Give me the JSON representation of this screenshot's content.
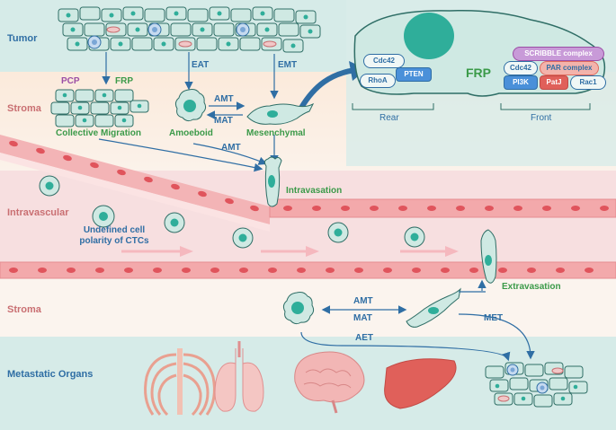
{
  "regions": {
    "tumor": "Tumor",
    "stroma_top": "Stroma",
    "intravascular": "Intravascular",
    "stroma_bottom": "Stroma",
    "metastatic": "Metastatic Organs"
  },
  "labels": {
    "pcp": "PCP",
    "frp": "FRP",
    "collective": "Collective Migration",
    "amoeboid": "Amoeboid",
    "mesenchymal": "Mesenchymal",
    "eat": "EAT",
    "emt": "EMT",
    "amt1": "AMT",
    "mat1": "MAT",
    "amt2": "AMT",
    "intravasation": "Intravasation",
    "undefined_line1": "Undefined cell",
    "undefined_line2": "polarity of CTCs",
    "extravasation": "Extravasation",
    "amt3": "AMT",
    "mat3": "MAT",
    "met": "MET",
    "aet": "AET"
  },
  "frp_panel": {
    "title": "FRP",
    "rear": "Rear",
    "front": "Front",
    "cdc42_left": "Cdc42",
    "rhoa": "RhoA",
    "pten": "PTEN",
    "scribble": "SCRIBBLE complex",
    "cdc42_right": "Cdc42",
    "par": "PAR complex",
    "pi3k": "PI3K",
    "patj": "PatJ",
    "rac1": "Rac1"
  },
  "colors": {
    "tumor_bg": "#d6ebe8",
    "stroma_bg": "#fbeadb",
    "vessel_bg": "#f7d4d4",
    "metastatic_bg": "#d6ebe8",
    "cell_fill": "#cfe9e3",
    "cell_stroke": "#2f6e66",
    "nucleus": "#2fae9a",
    "rbc": "#e0545c",
    "vessel_wall": "#f1a4a4",
    "arrow": "#2f6ea4",
    "pink_arrow": "#f5b8be"
  },
  "icons": [
    "ribcage-icon",
    "lungs-icon",
    "brain-icon",
    "liver-icon"
  ]
}
